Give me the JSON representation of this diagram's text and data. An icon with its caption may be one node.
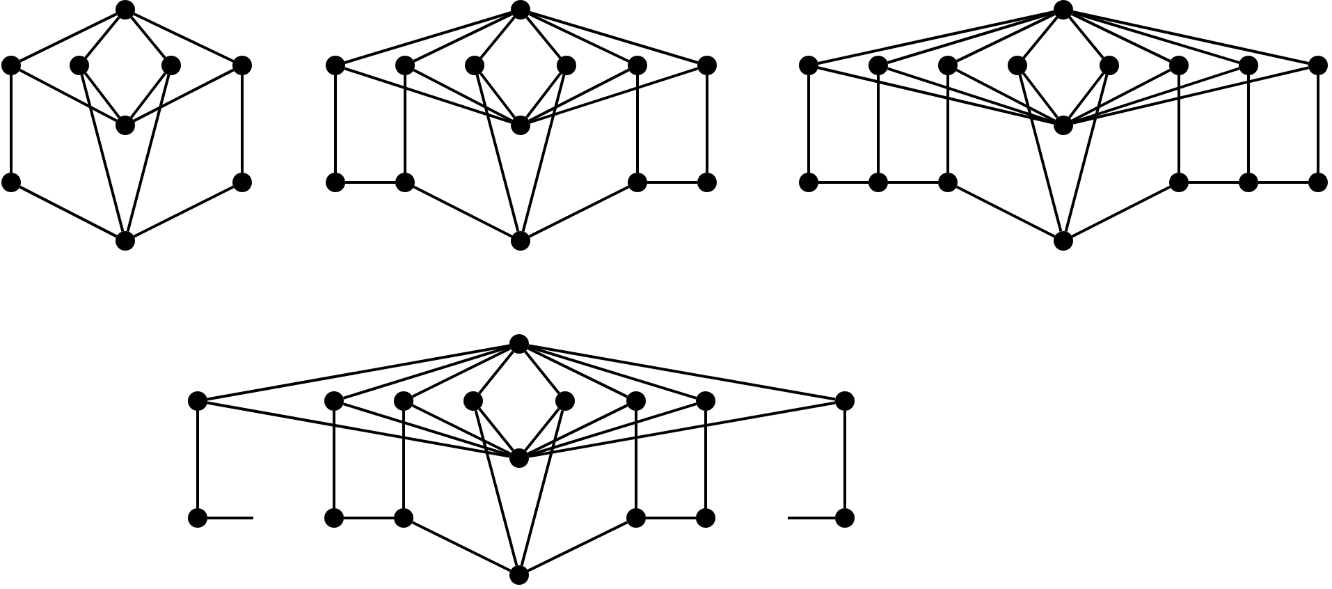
{
  "diagram": {
    "nodes": [
      {
        "text": [],
        "shape": "circle"
      },
      {
        "text": [],
        "shape": "circle"
      },
      {
        "text": [],
        "shape": "circle"
      },
      {
        "text": [],
        "shape": "circle"
      },
      {
        "text": [],
        "shape": "circle"
      },
      {
        "text": [],
        "shape": "circle"
      },
      {
        "text": [],
        "shape": "circle"
      },
      {
        "text": [],
        "shape": "circle"
      },
      {
        "text": [],
        "shape": "circle"
      },
      {
        "text": [],
        "shape": "circle"
      },
      {
        "text": [],
        "shape": "circle"
      },
      {
        "text": [],
        "shape": "circle"
      },
      {
        "text": [],
        "shape": "circle"
      },
      {
        "text": [],
        "shape": "circle"
      },
      {
        "text": [],
        "shape": "circle"
      },
      {
        "text": [],
        "shape": "circle"
      },
      {
        "text": [],
        "shape": "circle"
      },
      {
        "text": [],
        "shape": "circle"
      },
      {
        "text": [],
        "shape": "circle"
      },
      {
        "text": [],
        "shape": "circle"
      },
      {
        "text": [],
        "shape": "circle"
      },
      {
        "text": [],
        "shape": "circle"
      },
      {
        "text": [],
        "shape": "circle"
      },
      {
        "text": [],
        "shape": "circle"
      },
      {
        "text": [],
        "shape": "circle"
      },
      {
        "text": [],
        "shape": "circle"
      },
      {
        "text": [],
        "shape": "circle"
      },
      {
        "text": [],
        "shape": "circle"
      },
      {
        "text": [],
        "shape": "circle"
      },
      {
        "text": [],
        "shape": "circle"
      },
      {
        "text": [],
        "shape": "circle"
      },
      {
        "text": [],
        "shape": "circle"
      },
      {
        "text": [],
        "shape": "circle"
      },
      {
        "text": [],
        "shape": "circle"
      },
      {
        "text": [],
        "shape": "circle"
      },
      {
        "text": [],
        "shape": "circle"
      },
      {
        "text": [],
        "shape": "circle"
      },
      {
        "text": [],
        "shape": "circle"
      },
      {
        "text": [],
        "shape": "circle"
      },
      {
        "text": [],
        "shape": "circle"
      },
      {
        "text": [],
        "shape": "circle"
      },
      {
        "text": [],
        "shape": "circle"
      },
      {
        "text": [],
        "shape": "circle"
      },
      {
        "text": [],
        "shape": "circle"
      },
      {
        "text": [],
        "shape": "circle"
      },
      {
        "text": [],
        "shape": "circle"
      },
      {
        "text": [],
        "shape": "circle"
      },
      {
        "text": [],
        "shape": "circle"
      },
      {
        "text": [],
        "shape": "circle"
      },
      {
        "text": [],
        "shape": "circle"
      },
      {
        "text": [],
        "shape": "circle"
      },
      {
        "text": [],
        "shape": "circle"
      },
      {
        "text": [],
        "shape": "circle"
      },
      {
        "text": [],
        "shape": "circle"
      },
      {
        "text": [],
        "shape": "circle"
      },
      {
        "text": [],
        "shape": "circle"
      }
    ],
    "edges": [
      {
        "from": 0,
        "to": 1,
        "arrow": "none"
      },
      {
        "from": 0,
        "to": 2,
        "arrow": "none"
      },
      {
        "from": 0,
        "to": 3,
        "arrow": "none"
      },
      {
        "from": 0,
        "to": 4,
        "arrow": "none"
      },
      {
        "from": 1,
        "to": 5,
        "arrow": "none"
      },
      {
        "from": 2,
        "to": 5,
        "arrow": "none"
      },
      {
        "from": 3,
        "to": 5,
        "arrow": "none"
      },
      {
        "from": 4,
        "to": 5,
        "arrow": "none"
      },
      {
        "from": 1,
        "to": 6,
        "arrow": "none"
      },
      {
        "from": 2,
        "to": 8,
        "arrow": "none"
      },
      {
        "from": 3,
        "to": 8,
        "arrow": "none"
      },
      {
        "from": 4,
        "to": 7,
        "arrow": "none"
      },
      {
        "from": 6,
        "to": 8,
        "arrow": "none"
      },
      {
        "from": 7,
        "to": 8,
        "arrow": "none"
      },
      {
        "from": 9,
        "to": 10,
        "arrow": "none"
      },
      {
        "from": 9,
        "to": 11,
        "arrow": "none"
      },
      {
        "from": 9,
        "to": 12,
        "arrow": "none"
      },
      {
        "from": 9,
        "to": 13,
        "arrow": "none"
      },
      {
        "from": 9,
        "to": 14,
        "arrow": "none"
      },
      {
        "from": 9,
        "to": 15,
        "arrow": "none"
      },
      {
        "from": 10,
        "to": 16,
        "arrow": "none"
      },
      {
        "from": 11,
        "to": 16,
        "arrow": "none"
      },
      {
        "from": 12,
        "to": 16,
        "arrow": "none"
      },
      {
        "from": 13,
        "to": 16,
        "arrow": "none"
      },
      {
        "from": 14,
        "to": 16,
        "arrow": "none"
      },
      {
        "from": 15,
        "to": 16,
        "arrow": "none"
      },
      {
        "from": 10,
        "to": 17,
        "arrow": "none"
      },
      {
        "from": 11,
        "to": 18,
        "arrow": "none"
      },
      {
        "from": 12,
        "to": 21,
        "arrow": "none"
      },
      {
        "from": 13,
        "to": 21,
        "arrow": "none"
      },
      {
        "from": 14,
        "to": 19,
        "arrow": "none"
      },
      {
        "from": 15,
        "to": 20,
        "arrow": "none"
      },
      {
        "from": 17,
        "to": 18,
        "arrow": "none"
      },
      {
        "from": 18,
        "to": 21,
        "arrow": "none"
      },
      {
        "from": 19,
        "to": 21,
        "arrow": "none"
      },
      {
        "from": 19,
        "to": 20,
        "arrow": "none"
      },
      {
        "from": 22,
        "to": 23,
        "arrow": "none"
      },
      {
        "from": 22,
        "to": 24,
        "arrow": "none"
      },
      {
        "from": 22,
        "to": 25,
        "arrow": "none"
      },
      {
        "from": 22,
        "to": 26,
        "arrow": "none"
      },
      {
        "from": 22,
        "to": 27,
        "arrow": "none"
      },
      {
        "from": 22,
        "to": 28,
        "arrow": "none"
      },
      {
        "from": 22,
        "to": 29,
        "arrow": "none"
      },
      {
        "from": 22,
        "to": 30,
        "arrow": "none"
      },
      {
        "from": 23,
        "to": 31,
        "arrow": "none"
      },
      {
        "from": 24,
        "to": 31,
        "arrow": "none"
      },
      {
        "from": 25,
        "to": 31,
        "arrow": "none"
      },
      {
        "from": 26,
        "to": 31,
        "arrow": "none"
      },
      {
        "from": 27,
        "to": 31,
        "arrow": "none"
      },
      {
        "from": 28,
        "to": 31,
        "arrow": "none"
      },
      {
        "from": 29,
        "to": 31,
        "arrow": "none"
      },
      {
        "from": 30,
        "to": 31,
        "arrow": "none"
      },
      {
        "from": 23,
        "to": 32,
        "arrow": "none"
      },
      {
        "from": 24,
        "to": 33,
        "arrow": "none"
      },
      {
        "from": 25,
        "to": 34,
        "arrow": "none"
      },
      {
        "from": 26,
        "to": 38,
        "arrow": "none"
      },
      {
        "from": 27,
        "to": 38,
        "arrow": "none"
      },
      {
        "from": 28,
        "to": 35,
        "arrow": "none"
      },
      {
        "from": 29,
        "to": 36,
        "arrow": "none"
      },
      {
        "from": 30,
        "to": 37,
        "arrow": "none"
      },
      {
        "from": 32,
        "to": 33,
        "arrow": "none"
      },
      {
        "from": 33,
        "to": 34,
        "arrow": "none"
      },
      {
        "from": 34,
        "to": 38,
        "arrow": "none"
      },
      {
        "from": 35,
        "to": 38,
        "arrow": "none"
      },
      {
        "from": 35,
        "to": 36,
        "arrow": "none"
      },
      {
        "from": 36,
        "to": 37,
        "arrow": "none"
      },
      {
        "from": 39,
        "to": 40,
        "arrow": "none"
      },
      {
        "from": 39,
        "to": 41,
        "arrow": "none"
      },
      {
        "from": 39,
        "to": 42,
        "arrow": "none"
      },
      {
        "from": 39,
        "to": 43,
        "arrow": "none"
      },
      {
        "from": 39,
        "to": 44,
        "arrow": "none"
      },
      {
        "from": 39,
        "to": 45,
        "arrow": "none"
      },
      {
        "from": 39,
        "to": 46,
        "arrow": "none"
      },
      {
        "from": 39,
        "to": 47,
        "arrow": "none"
      },
      {
        "from": 40,
        "to": 48,
        "arrow": "none"
      },
      {
        "from": 41,
        "to": 48,
        "arrow": "none"
      },
      {
        "from": 42,
        "to": 48,
        "arrow": "none"
      },
      {
        "from": 43,
        "to": 48,
        "arrow": "none"
      },
      {
        "from": 44,
        "to": 48,
        "arrow": "none"
      },
      {
        "from": 45,
        "to": 48,
        "arrow": "none"
      },
      {
        "from": 46,
        "to": 48,
        "arrow": "none"
      },
      {
        "from": 47,
        "to": 48,
        "arrow": "none"
      },
      {
        "from": 40,
        "to": 49,
        "arrow": "none"
      },
      {
        "from": 41,
        "to": 50,
        "arrow": "none"
      },
      {
        "from": 42,
        "to": 51,
        "arrow": "none"
      },
      {
        "from": 43,
        "to": 55,
        "arrow": "none"
      },
      {
        "from": 44,
        "to": 55,
        "arrow": "none"
      },
      {
        "from": 45,
        "to": 52,
        "arrow": "none"
      },
      {
        "from": 46,
        "to": 53,
        "arrow": "none"
      },
      {
        "from": 47,
        "to": 54,
        "arrow": "none"
      },
      {
        "from": 49,
        "to": null,
        "arrow": "none"
      },
      {
        "from": 50,
        "to": 51,
        "arrow": "none"
      },
      {
        "from": 51,
        "to": 55,
        "arrow": "none"
      },
      {
        "from": 52,
        "to": 55,
        "arrow": "none"
      },
      {
        "from": 52,
        "to": 53,
        "arrow": "none"
      },
      {
        "from": 54,
        "to": null,
        "arrow": "none"
      }
    ]
  }
}
